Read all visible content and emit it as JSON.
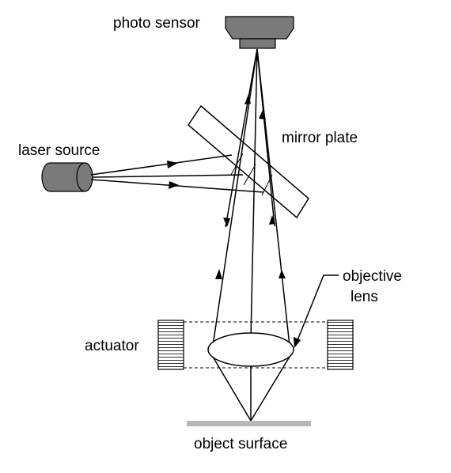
{
  "labels": {
    "photo_sensor": "photo sensor",
    "mirror_plate": "mirror plate",
    "laser_source": "laser source",
    "objective_lens_line1": "objective",
    "objective_lens_line2": "lens",
    "actuator": "actuator",
    "object_surface": "object surface"
  },
  "colors": {
    "sensor_gray": "#7a7a7a",
    "laser_gray": "#7a7a7a",
    "surface_gray": "#b8b8b8",
    "line": "#000000"
  }
}
